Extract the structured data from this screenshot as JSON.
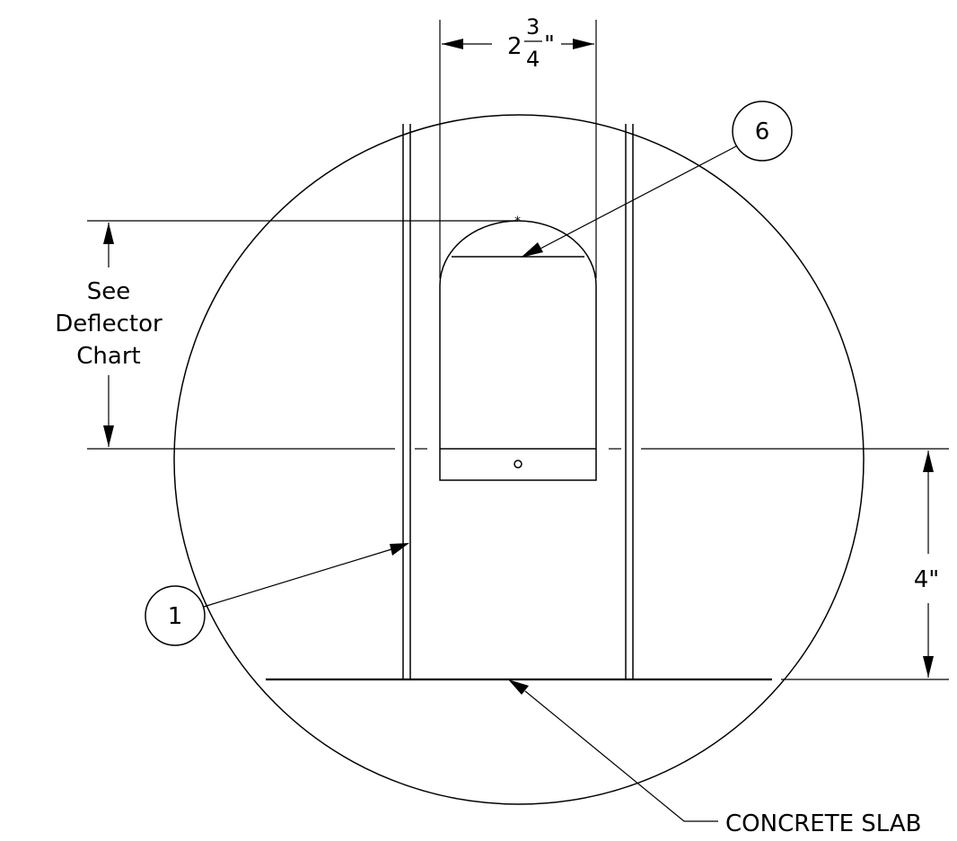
{
  "dimensions": {
    "width_whole": "2",
    "width_numerator": "3",
    "width_denominator": "4",
    "width_unit": "\"",
    "height": "4\""
  },
  "note": {
    "line1": "See",
    "line2": "Deflector",
    "line3": "Chart"
  },
  "balloons": {
    "deflector": "6",
    "post": "1"
  },
  "callouts": {
    "slab": "CONCRETE SLAB"
  }
}
